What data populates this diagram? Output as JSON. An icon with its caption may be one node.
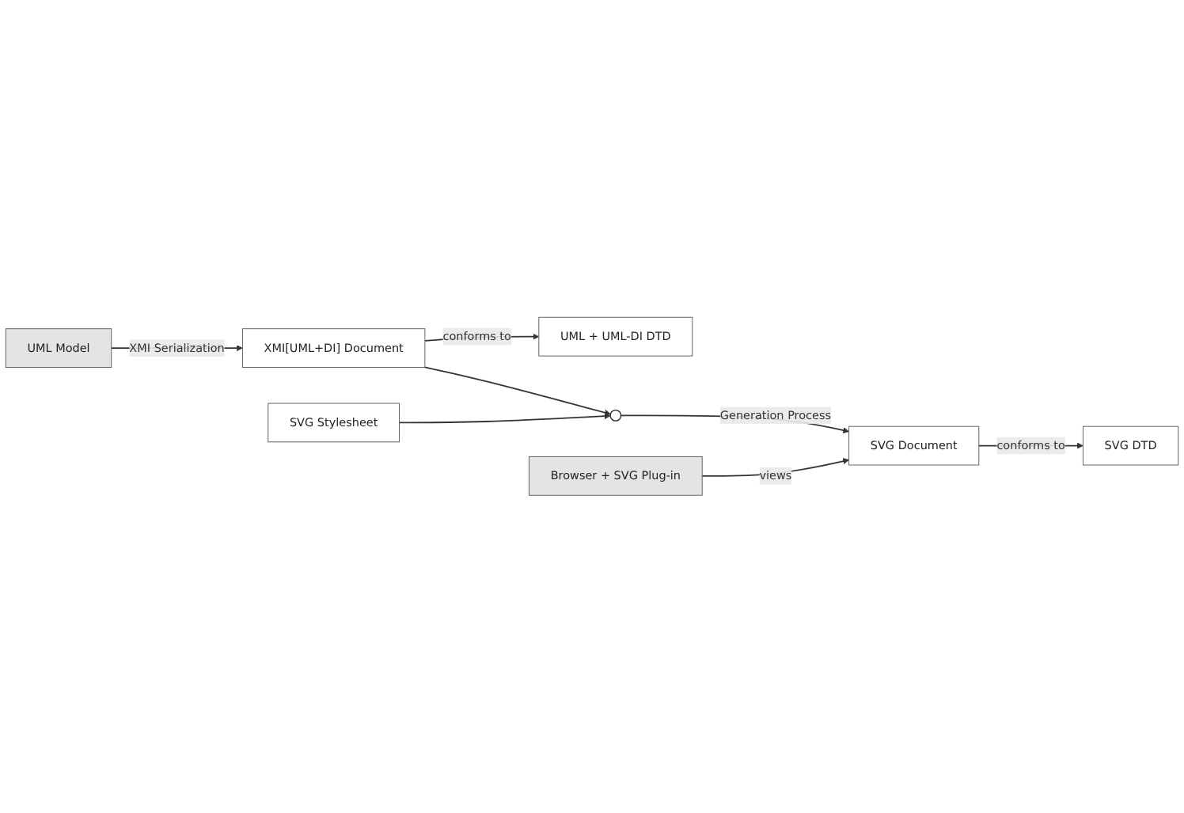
{
  "diagram": {
    "nodes": [
      {
        "text": [
          "UML Model"
        ]
      },
      {
        "text": [
          "XMI[UML+DI] Document"
        ]
      },
      {
        "text": [
          "UML + UML-DI DTD"
        ]
      },
      {
        "text": [
          "SVG Stylesheet"
        ]
      },
      {
        "text": [],
        "shape": "circle"
      },
      {
        "text": [
          "Browser + SVG Plug-in"
        ]
      },
      {
        "text": [
          "SVG Document"
        ]
      },
      {
        "text": [
          "SVG DTD"
        ]
      }
    ],
    "edges": [
      {
        "from": 0,
        "to": 1,
        "arrow": "to",
        "label": "XMI Serialization"
      },
      {
        "from": 1,
        "to": 2,
        "arrow": "to",
        "label": "conforms to"
      },
      {
        "from": 1,
        "to": 4,
        "arrow": "to"
      },
      {
        "from": 3,
        "to": 4,
        "arrow": "to"
      },
      {
        "from": 4,
        "to": 6,
        "arrow": "to",
        "label": "Generation Process"
      },
      {
        "from": 5,
        "to": 6,
        "arrow": "to",
        "label": "views"
      },
      {
        "from": 6,
        "to": 7,
        "arrow": "to",
        "label": "conforms to"
      }
    ]
  }
}
